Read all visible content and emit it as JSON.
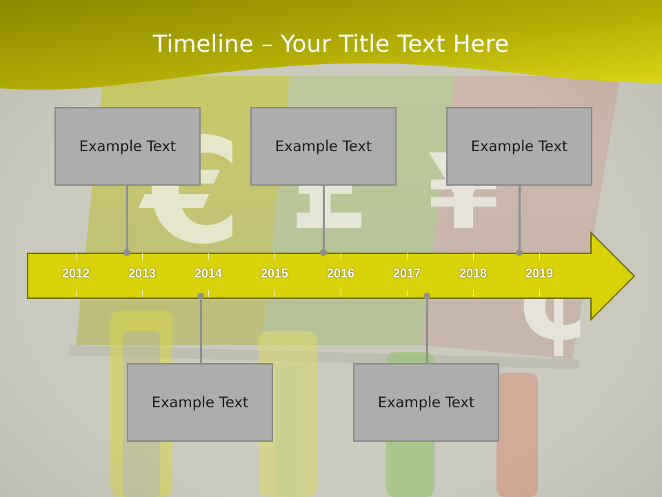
{
  "slide": {
    "title": "Timeline – Your Title Text Here",
    "accent_color": "#d8d200",
    "header_color": "#a29d00"
  },
  "timeline": {
    "years": [
      "2012",
      "2013",
      "2014",
      "2015",
      "2016",
      "2017",
      "2018",
      "2019"
    ]
  },
  "boxes": [
    {
      "label": "Example Text"
    },
    {
      "label": "Example Text"
    },
    {
      "label": "Example Text"
    },
    {
      "label": "Example Text"
    },
    {
      "label": "Example Text"
    }
  ],
  "background": {
    "currency_symbols": [
      "€",
      "£",
      "¥",
      "¢"
    ]
  }
}
